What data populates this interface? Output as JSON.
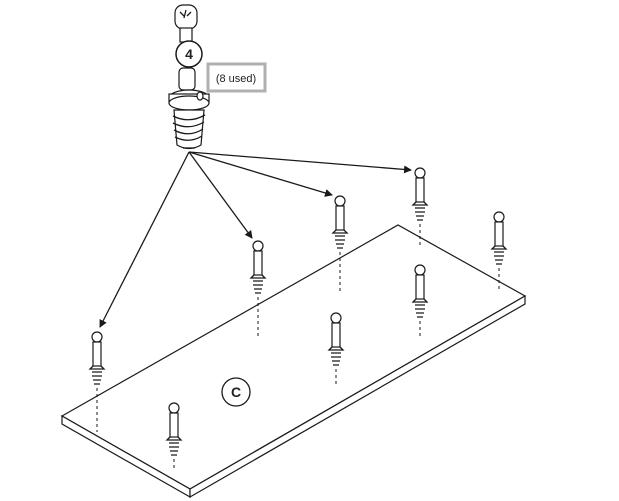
{
  "part": {
    "number": "4",
    "quantity_note": "(8 used)",
    "icon": "cam-lock-dowel-icon"
  },
  "board": {
    "label": "C"
  },
  "colors": {
    "line": "#1a1a1a",
    "callout_border": "#b0b0b0",
    "background": "#ffffff"
  }
}
